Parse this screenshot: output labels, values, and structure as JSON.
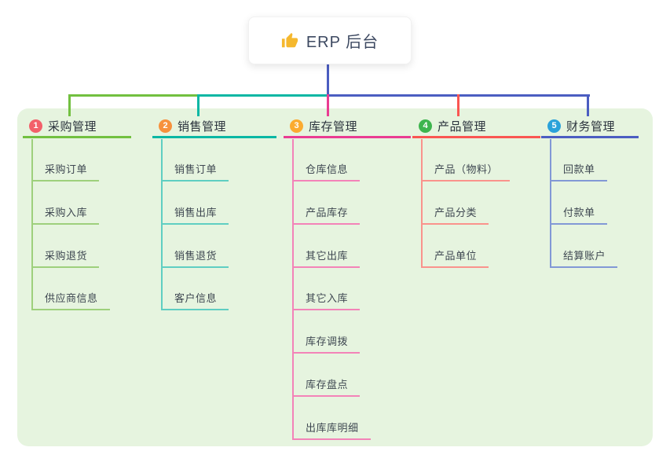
{
  "root": {
    "label": "ERP 后台",
    "icon": "thumbs-up-icon",
    "icon_color": "#f5b82e"
  },
  "branches": [
    {
      "num": "1",
      "label": "采购管理",
      "badge_color": "#f3606a",
      "line_color": "#72c040",
      "child_line_color": "#9ed07c",
      "children": [
        "采购订单",
        "采购入库",
        "采购退货",
        "供应商信息"
      ]
    },
    {
      "num": "2",
      "label": "销售管理",
      "badge_color": "#f7913d",
      "line_color": "#0bb7a4",
      "child_line_color": "#5fcec2",
      "children": [
        "销售订单",
        "销售出库",
        "销售退货",
        "客户信息"
      ]
    },
    {
      "num": "3",
      "label": "库存管理",
      "badge_color": "#fbab30",
      "line_color": "#ea3c92",
      "child_line_color": "#f383b8",
      "children": [
        "仓库信息",
        "产品库存",
        "其它出库",
        "其它入库",
        "库存调拨",
        "库存盘点",
        "出库库明细"
      ]
    },
    {
      "num": "4",
      "label": "产品管理",
      "badge_color": "#3eb54e",
      "line_color": "#fa5652",
      "child_line_color": "#fa938c",
      "children": [
        "产品（物料）",
        "产品分类",
        "产品单位"
      ]
    },
    {
      "num": "5",
      "label": "财务管理",
      "badge_color": "#2aa2da",
      "line_color": "#4b5dc1",
      "child_line_color": "#8298d6",
      "children": [
        "回款单",
        "付款单",
        "结算账户"
      ]
    }
  ],
  "colors": {
    "canvas_bg": "#ffffff",
    "panel_bg": "#e6f4df",
    "root_connector": "#4b5dc1",
    "text": "#3b444f"
  }
}
